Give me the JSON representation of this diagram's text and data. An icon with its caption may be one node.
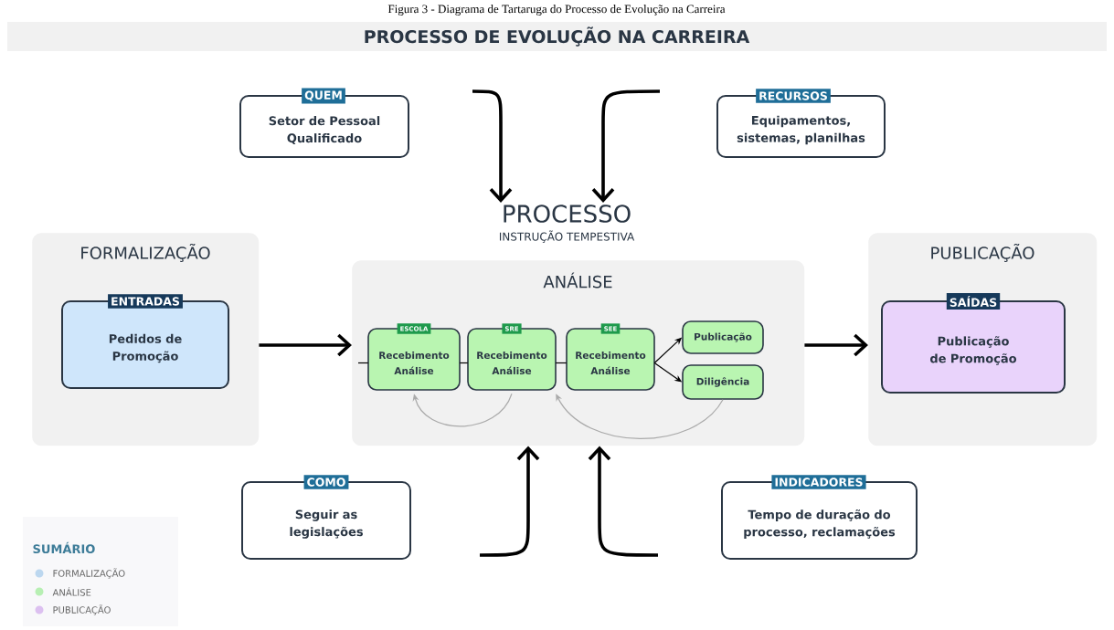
{
  "diagram": {
    "caption": "Figura 3 - Diagrama de Tartaruga do Processo de Evolução na Carreira",
    "title": "PROCESSO DE EVOLUÇÃO NA CARREIRA",
    "nodes": [
      {
        "text": [
          "QUEM",
          "Setor de Pessoal Qualificado"
        ]
      },
      {
        "text": [
          "RECURSOS",
          "Equipamentos, sistemas, planilhas"
        ]
      },
      {
        "text": [
          "PROCESSO",
          "INSTRUÇÃO TEMPESTIVA"
        ]
      },
      {
        "text": [
          "FORMALIZAÇÃO"
        ]
      },
      {
        "text": [
          "ENTRADAS",
          "Pedidos de Promoção"
        ],
        "in": 3
      },
      {
        "text": [
          "ANÁLISE"
        ]
      },
      {
        "text": [
          "ESCOLA",
          "Recebimento Análise"
        ],
        "in": 5
      },
      {
        "text": [
          "SRE",
          "Recebimento Análise"
        ],
        "in": 5
      },
      {
        "text": [
          "SEE",
          "Recebimento Análise"
        ],
        "in": 5
      },
      {
        "text": [
          "Publicação"
        ],
        "in": 5
      },
      {
        "text": [
          "Diligência"
        ],
        "in": 5
      },
      {
        "text": [
          "PUBLICAÇÃO"
        ]
      },
      {
        "text": [
          "SAÍDAS",
          "Publicação de Promoção"
        ],
        "in": 11
      },
      {
        "text": [
          "COMO",
          "Seguir as legislações"
        ]
      },
      {
        "text": [
          "INDICADORES",
          "Tempo de duração do processo, reclamações"
        ]
      }
    ],
    "edges": [
      {
        "from": null,
        "to": 2,
        "arrow": "to",
        "style": "thick"
      },
      {
        "from": null,
        "to": 2,
        "arrow": "to",
        "style": "thick"
      },
      {
        "from": 3,
        "to": 5,
        "arrow": "to",
        "style": "thick"
      },
      {
        "from": null,
        "to": 6,
        "arrow": "none"
      },
      {
        "from": 6,
        "to": 7,
        "arrow": "none"
      },
      {
        "from": 7,
        "to": 8,
        "arrow": "none"
      },
      {
        "from": 8,
        "to": 9,
        "arrow": "to"
      },
      {
        "from": 8,
        "to": 10,
        "arrow": "to"
      },
      {
        "from": 10,
        "to": 7,
        "arrow": "to",
        "color": "#aaaaaa"
      },
      {
        "from": 7,
        "to": 6,
        "arrow": "to",
        "color": "#aaaaaa"
      },
      {
        "from": 5,
        "to": 11,
        "arrow": "to",
        "style": "thick"
      },
      {
        "from": null,
        "to": 5,
        "arrow": "to",
        "style": "thick"
      },
      {
        "from": null,
        "to": 5,
        "arrow": "to",
        "style": "thick"
      }
    ],
    "labels": [
      "SUMÁRIO"
    ],
    "legend": [
      {
        "text": "FORMALIZAÇÃO",
        "color": "#bcd7ef"
      },
      {
        "text": "ANÁLISE",
        "color": "#b7efb3"
      },
      {
        "text": "PUBLICAÇÃO",
        "color": "#dcc0f0"
      }
    ]
  }
}
